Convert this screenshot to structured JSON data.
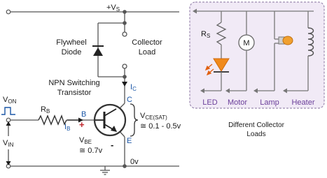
{
  "supply": {
    "label": "+V",
    "sub": "S"
  },
  "ground": {
    "label": "0v"
  },
  "flywheel_diode": {
    "line1": "Flywheel",
    "line2": "Diode"
  },
  "collector_load": {
    "line1": "Collector",
    "line2": "Load"
  },
  "transistor": {
    "line1": "NPN Switching",
    "line2": "Transistor"
  },
  "input": {
    "von": {
      "label": "V",
      "sub": "ON"
    },
    "vin": {
      "label": "V",
      "sub": "IN"
    }
  },
  "base_resistor": {
    "label": "R",
    "sub": "B"
  },
  "terminals": {
    "base": "B",
    "collector": "C",
    "emitter": "E"
  },
  "currents": {
    "ib": {
      "label": "I",
      "sub": "B"
    },
    "ic": {
      "label": "I",
      "sub": "C"
    }
  },
  "vbe": {
    "label": "V",
    "sub": "BE",
    "value": "≅ 0.7v",
    "plus": "+",
    "minus": "-"
  },
  "vce": {
    "label": "V",
    "sub": "CE(SAT)",
    "value": "≅ 0.1 - 0.5v"
  },
  "loads_panel": {
    "rs": {
      "label": "R",
      "sub": "S"
    },
    "motor_symbol": "M",
    "items": [
      "LED",
      "Motor",
      "Lamp",
      "Heater"
    ],
    "caption_line1": "Different Collector",
    "caption_line2": "Loads"
  },
  "colors": {
    "wire": "#555555",
    "text": "#1a1a1a",
    "blue_label": "#1a56a6",
    "red_label": "#c0262d",
    "panel_fill": "#f1eaf6",
    "panel_border": "#9c8ab0",
    "panel_text": "#6b3f9a",
    "led_fill": "#f08a1c",
    "lamp_fill": "#f0a030"
  }
}
